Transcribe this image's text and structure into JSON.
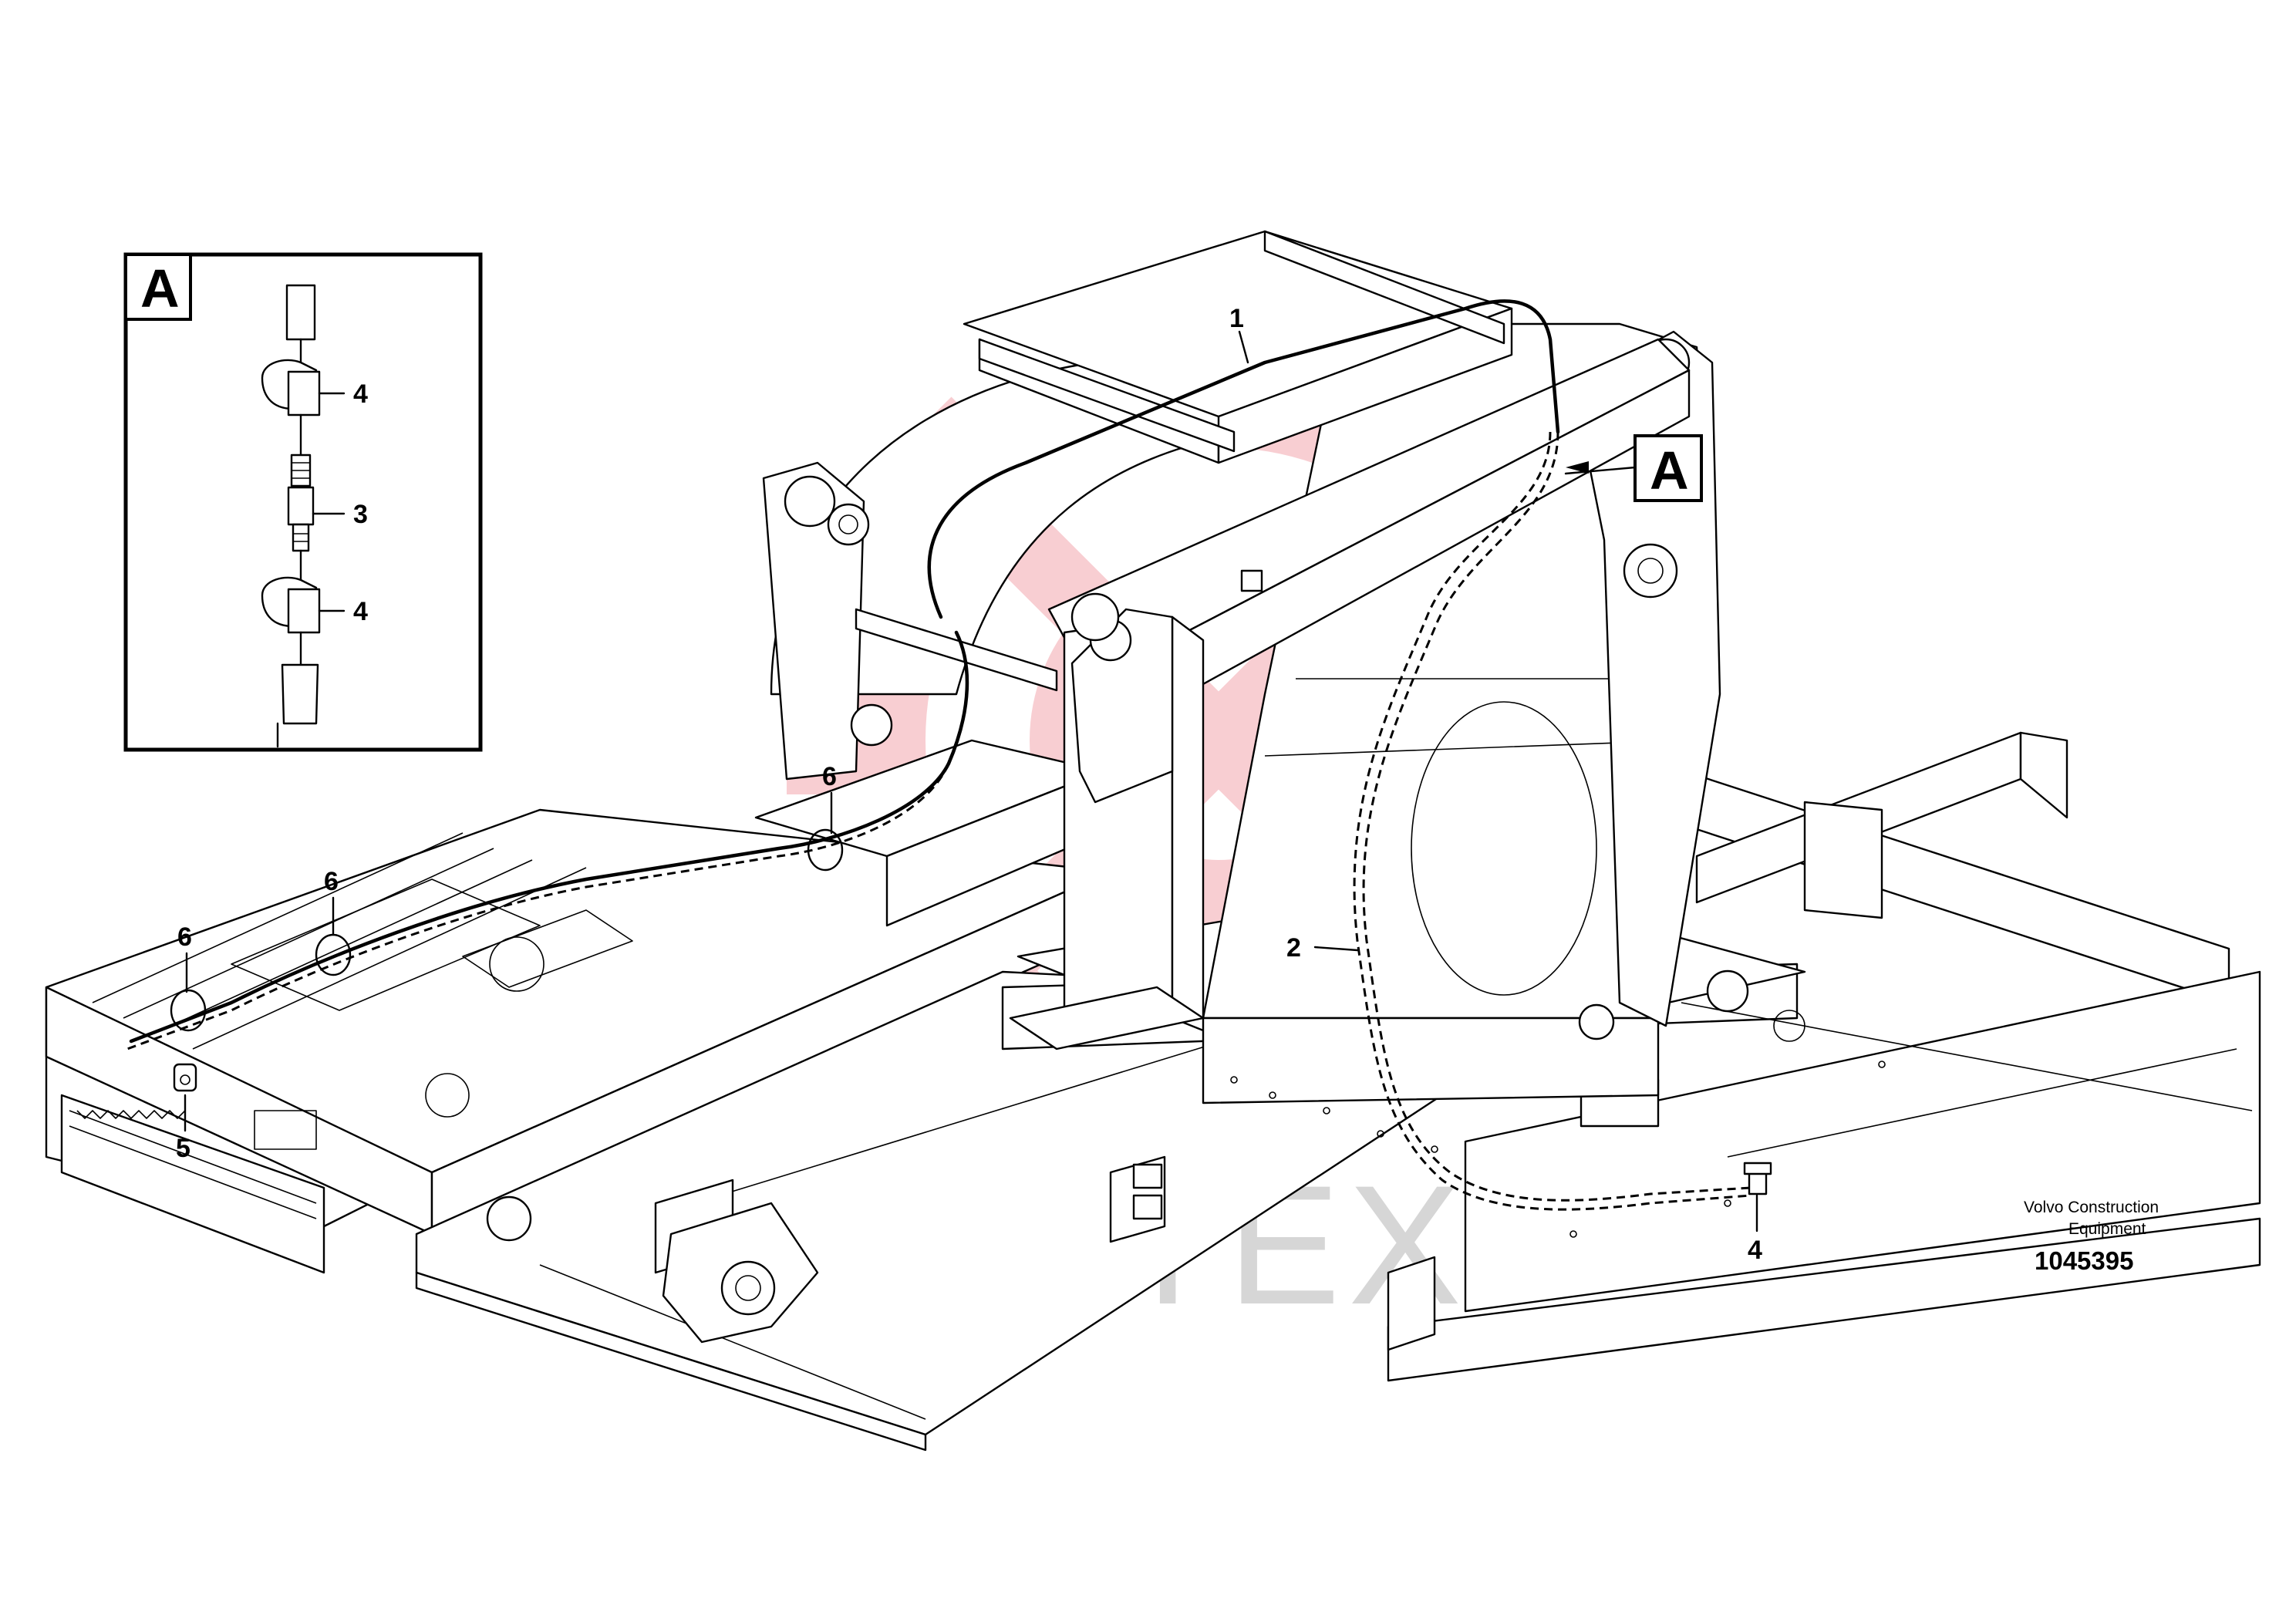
{
  "detail_view": {
    "label": "A",
    "callouts": [
      "4",
      "3",
      "4"
    ]
  },
  "main_view": {
    "callouts": [
      "1",
      "2",
      "6",
      "6",
      "6",
      "5",
      "4"
    ],
    "detail_reference": "A"
  },
  "watermark": {
    "text": "ИНТЕХ",
    "logo_color": "#f3a7ae"
  },
  "credit": {
    "line1": "Volvo Construction",
    "line2": "Equipment",
    "part_number": "1045395"
  }
}
